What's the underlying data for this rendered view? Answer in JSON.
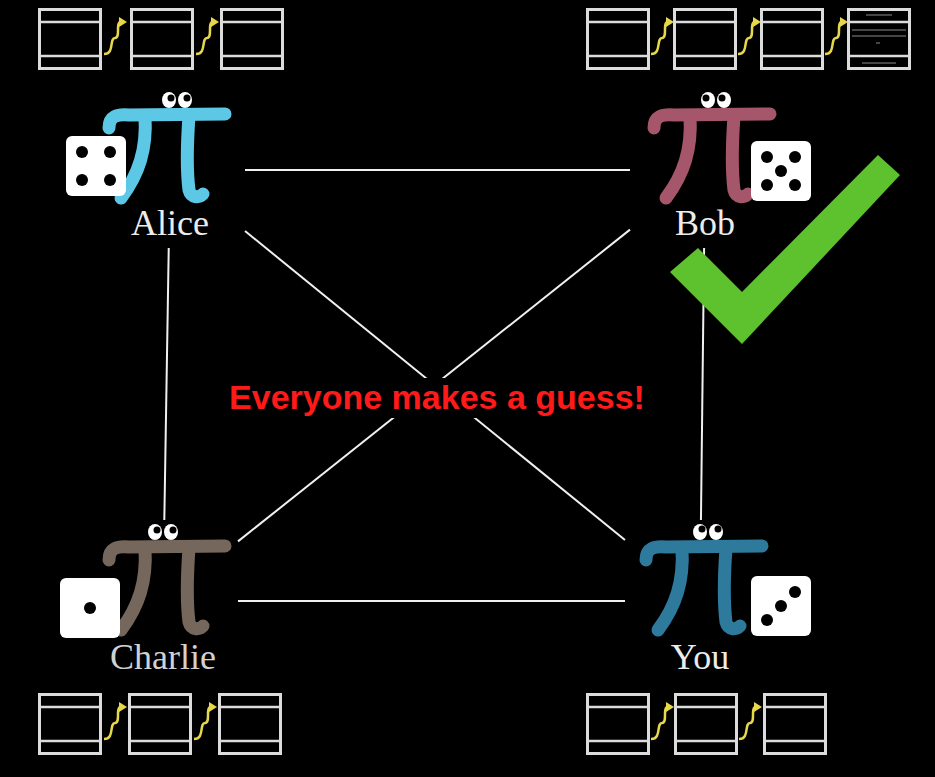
{
  "diagram": {
    "nodes": [
      {
        "text": [
          "Alice"
        ]
      },
      {
        "text": [
          "Bob"
        ]
      },
      {
        "text": [
          "Charlie"
        ]
      },
      {
        "text": [
          "You"
        ]
      }
    ],
    "edges": [
      {
        "from": 0,
        "to": 1,
        "arrow": "none"
      },
      {
        "from": 0,
        "to": 2,
        "arrow": "none"
      },
      {
        "from": 1,
        "to": 3,
        "arrow": "none"
      },
      {
        "from": 2,
        "to": 3,
        "arrow": "none"
      },
      {
        "from": 0,
        "to": 3,
        "arrow": "none"
      },
      {
        "from": 1,
        "to": 2,
        "arrow": "none"
      }
    ],
    "labels": [
      "Everyone makes a guess!"
    ]
  }
}
